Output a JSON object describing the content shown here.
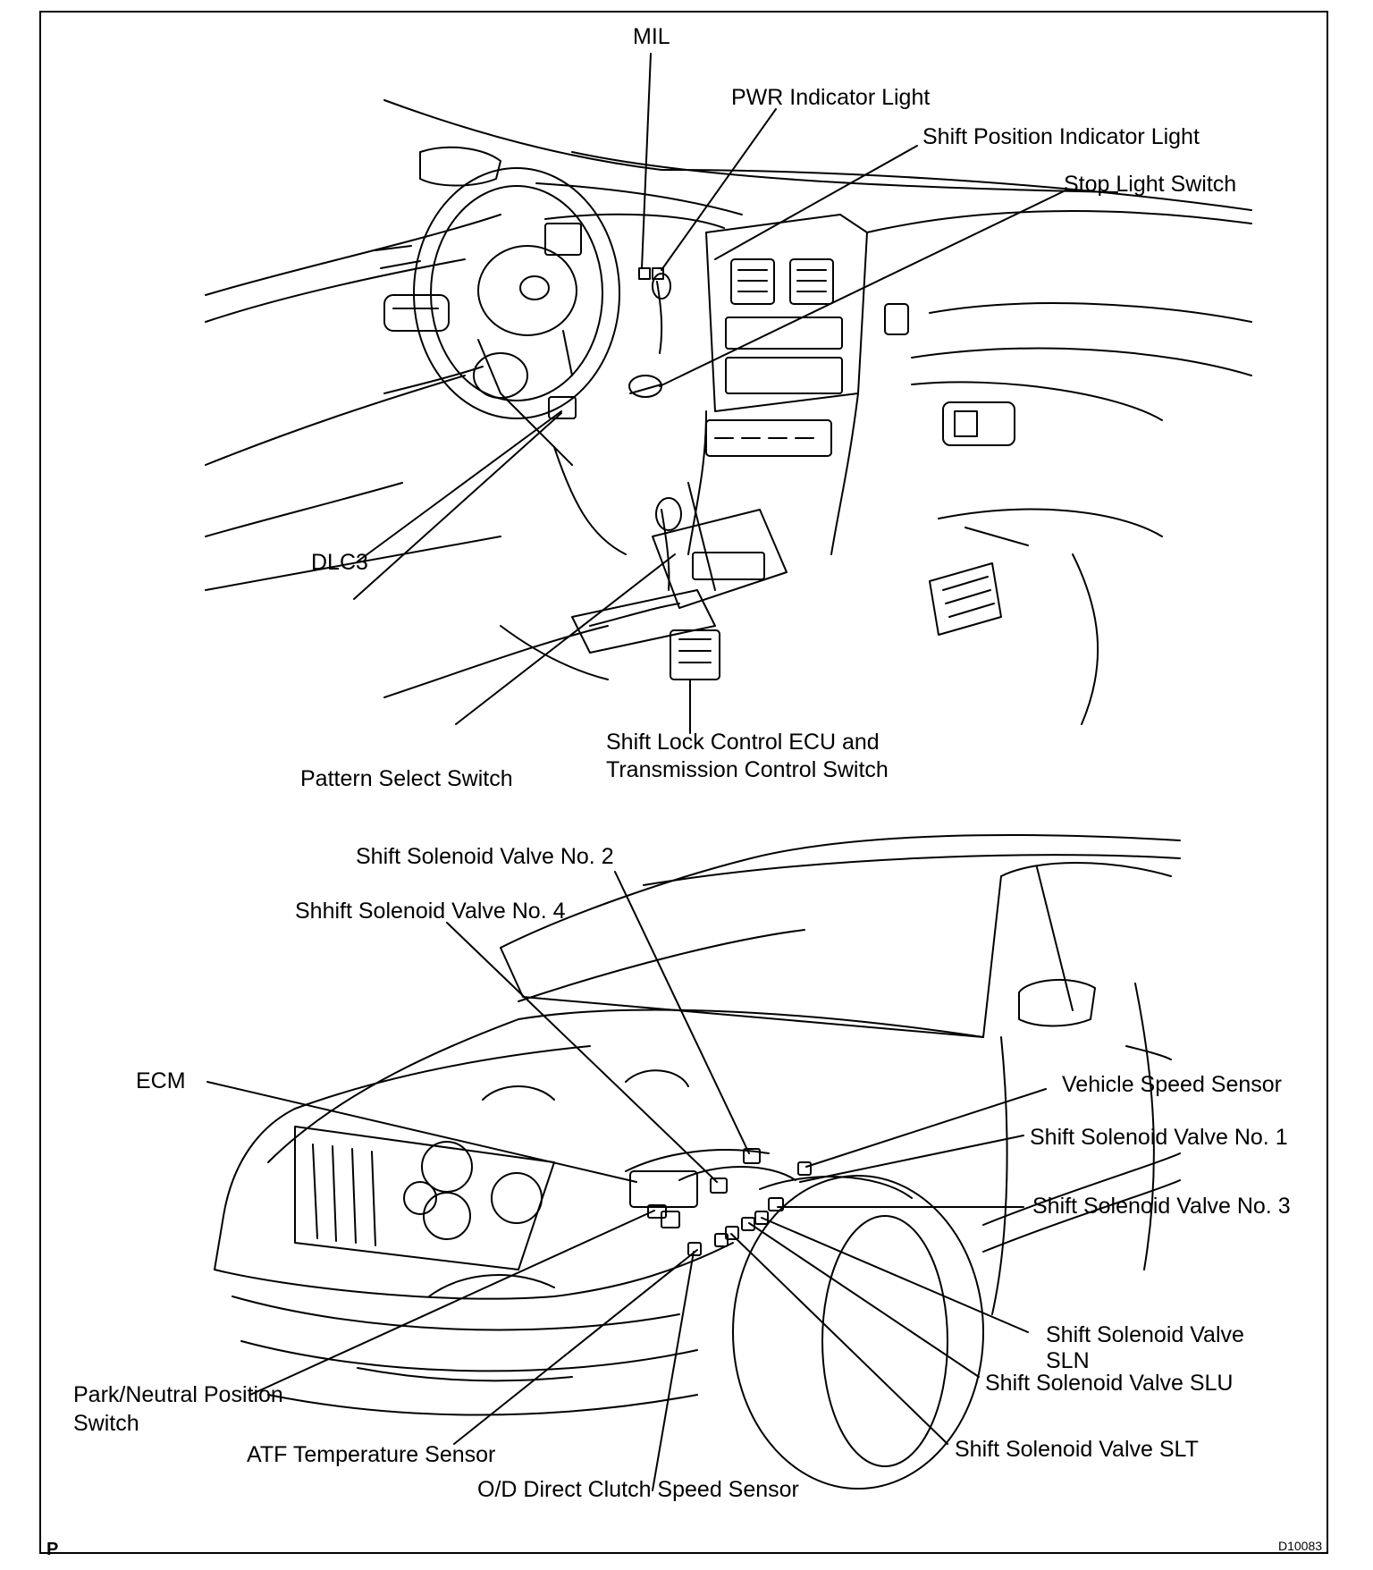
{
  "labels": {
    "mil": "MIL",
    "pwr_indicator": "PWR Indicator Light",
    "shift_position_indicator": "Shift Position Indicator Light",
    "stop_light_switch": "Stop Light Switch",
    "dlc3": "DLC3",
    "pattern_select_switch": "Pattern Select Switch",
    "shift_lock_line1": "Shift Lock Control ECU and",
    "shift_lock_line2": "Transmission Control Switch",
    "solenoid_no2": "Shift Solenoid Valve No. 2",
    "solenoid_no4": "Shhift Solenoid Valve No. 4",
    "ecm": "ECM",
    "vehicle_speed_sensor": "Vehicle Speed Sensor",
    "solenoid_no1": "Shift Solenoid Valve No. 1",
    "solenoid_no3": "Shift Solenoid Valve No. 3",
    "solenoid_sln_line1": "Shift Solenoid Valve",
    "solenoid_sln_line2": "SLN",
    "solenoid_slu": "Shift Solenoid Valve SLU",
    "solenoid_slt": "Shift Solenoid Valve SLT",
    "park_neutral_line1": "Park/Neutral Position",
    "park_neutral_line2": "Switch",
    "atf_temp_sensor": "ATF Temperature Sensor",
    "od_clutch_sensor": "O/D Direct Clutch Speed Sensor"
  },
  "corner": {
    "left": "P",
    "right": "D10083"
  },
  "colors": {
    "ink": "#000000",
    "paper": "#ffffff"
  }
}
